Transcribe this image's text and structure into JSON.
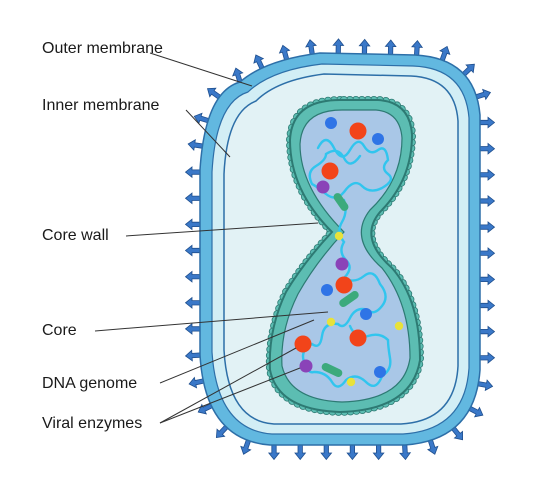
{
  "labels": {
    "outer_membrane": "Outer membrane",
    "inner_membrane": "Inner membrane",
    "core_wall": "Core wall",
    "core": "Core",
    "dna_genome": "DNA genome",
    "viral_enzymes": "Viral enzymes"
  },
  "colors": {
    "spike": "#3a78c8",
    "spike_edge": "#1f4f8e",
    "outer_membrane": "#62b8e0",
    "membrane_edge": "#2d6fa8",
    "intermembrane": "#d2eef5",
    "inner_fill": "#e2f2f5",
    "core_wall": "#5cbdb2",
    "core_wall_edge": "#2d7a73",
    "core_fill": "#a9c7e7",
    "dna": "#31c5ee",
    "red": "#f2441a",
    "blue": "#2f74e6",
    "purple": "#8a43b8",
    "yellow": "#e8e23a",
    "green": "#3caa7c"
  },
  "icons": {
    "spike": "arrow-up-icon"
  }
}
